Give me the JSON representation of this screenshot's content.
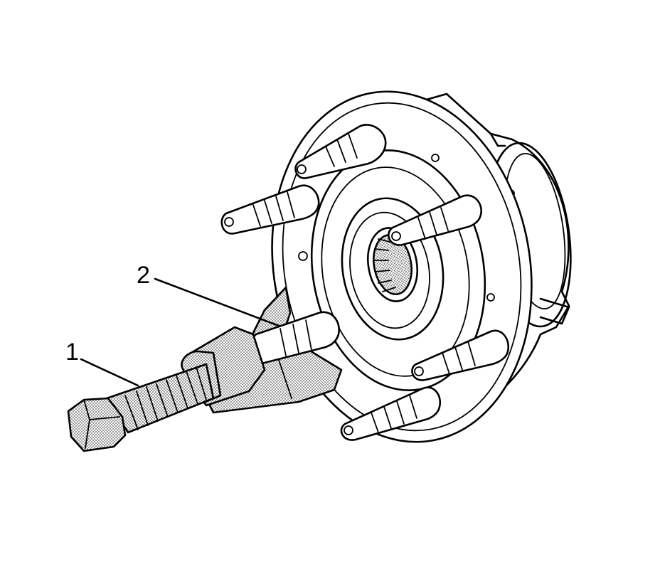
{
  "figure": {
    "callouts": [
      {
        "id": "1",
        "label": "1"
      },
      {
        "id": "2",
        "label": "2"
      }
    ],
    "colors": {
      "line": "#000000",
      "background": "#ffffff",
      "shading": "#9a9a9a"
    }
  }
}
